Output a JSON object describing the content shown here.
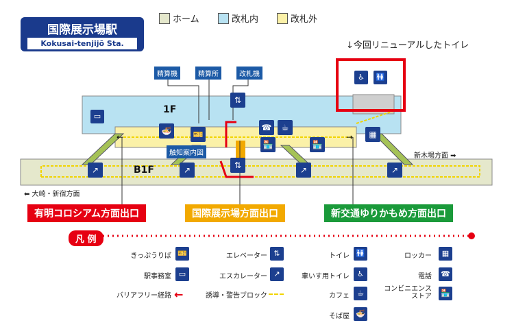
{
  "station": {
    "name_ja": "国際展示場駅",
    "name_en": "Kokusai-tenjijō Sta."
  },
  "zones": [
    {
      "label": "ホーム",
      "color": "#e5e8cc"
    },
    {
      "label": "改札内",
      "color": "#b8e2f2"
    },
    {
      "label": "改札外",
      "color": "#fbf1a8"
    }
  ],
  "note": "↓今回リニューアルしたトイレ",
  "labels": {
    "ticket_machine_1": "精算機",
    "ticket_office": "精算所",
    "gate": "改札機",
    "tactile_map": "触知案内図",
    "floor_1f": "1F",
    "floor_b1f": "B1F"
  },
  "directions": {
    "shinkiba": "新木場方面 ➡",
    "osaki": "⬅ 大崎・新宿方面"
  },
  "exits": [
    {
      "label": "有明コロシアム方面出口",
      "color": "#e60012"
    },
    {
      "label": "国際展示場方面出口",
      "color": "#f2a900"
    },
    {
      "label": "新交通ゆりかもめ方面出口",
      "color": "#1a9a3a"
    }
  ],
  "legend": {
    "title": "凡 例",
    "items": [
      {
        "label": "きっぷうりば",
        "icon": "ticket-icon"
      },
      {
        "label": "駅事務室",
        "icon": "office-icon"
      },
      {
        "label": "バリアフリー経路",
        "icon": "red-arrow"
      },
      {
        "label": "エレベーター",
        "icon": "elevator-icon"
      },
      {
        "label": "エスカレーター",
        "icon": "escalator-icon"
      },
      {
        "label": "誘導・警告ブロック",
        "icon": "tactile-line"
      },
      {
        "label": "トイレ",
        "icon": "toilet-icon"
      },
      {
        "label": "車いす用トイレ",
        "icon": "wheelchair-icon"
      },
      {
        "label": "カフェ",
        "icon": "cafe-icon"
      },
      {
        "label": "そば屋",
        "icon": "soba-icon"
      },
      {
        "label": "ロッカー",
        "icon": "locker-icon"
      },
      {
        "label": "電話",
        "icon": "phone-icon"
      },
      {
        "label": "コンビニエンス\nストア",
        "icon": "store-icon"
      }
    ]
  }
}
